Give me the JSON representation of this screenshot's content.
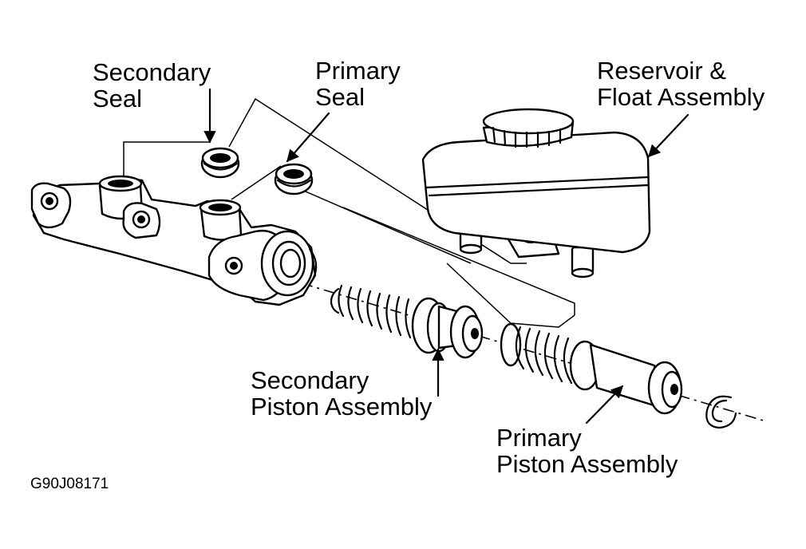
{
  "labels": {
    "secondary_seal": [
      "Secondary",
      "Seal"
    ],
    "primary_seal": [
      "Primary",
      "Seal"
    ],
    "reservoir": [
      "Reservoir &",
      "Float Assembly"
    ],
    "secondary_piston": [
      "Secondary",
      "Piston Assembly"
    ],
    "primary_piston": [
      "Primary",
      "Piston Assembly"
    ]
  },
  "figure_code": "G90J08171",
  "colors": {
    "ink": "#000000",
    "paper": "#ffffff"
  }
}
